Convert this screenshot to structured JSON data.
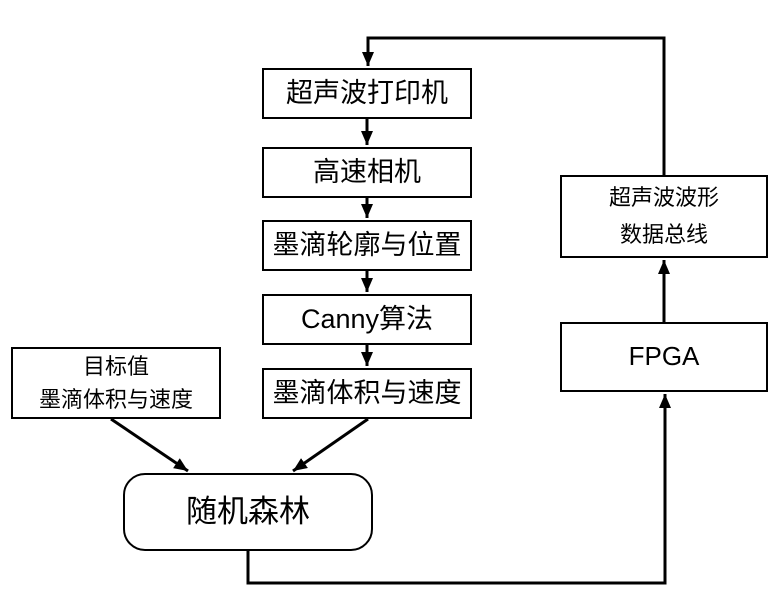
{
  "diagram": {
    "title": "ultrasonic-inkjet-feedback-flowchart",
    "colors": {
      "background": "#ffffff",
      "stroke": "#000000",
      "text": "#000000"
    },
    "nodes": [
      {
        "id": "ultrasonic-printer",
        "shape": "rect",
        "lines": [
          "超声波打印机"
        ]
      },
      {
        "id": "high-speed-camera",
        "shape": "rect",
        "lines": [
          "高速相机"
        ]
      },
      {
        "id": "droplet-contour-position",
        "shape": "rect",
        "lines": [
          "墨滴轮廓与位置"
        ]
      },
      {
        "id": "canny-algorithm",
        "shape": "rect",
        "lines": [
          "Canny算法"
        ]
      },
      {
        "id": "droplet-volume-velocity",
        "shape": "rect",
        "lines": [
          "墨滴体积与速度"
        ]
      },
      {
        "id": "target-value",
        "shape": "rect",
        "lines": [
          "目标值",
          "墨滴体积与速度"
        ]
      },
      {
        "id": "random-forest",
        "shape": "rounded-rect",
        "lines": [
          "随机森林"
        ]
      },
      {
        "id": "ultrasonic-waveform-bus",
        "shape": "rect",
        "lines": [
          "超声波波形",
          "数据总线"
        ]
      },
      {
        "id": "fpga",
        "shape": "rect",
        "lines": [
          "FPGA"
        ]
      }
    ],
    "edges": [
      {
        "from": "ultrasonic-printer",
        "to": "high-speed-camera"
      },
      {
        "from": "high-speed-camera",
        "to": "droplet-contour-position"
      },
      {
        "from": "droplet-contour-position",
        "to": "canny-algorithm"
      },
      {
        "from": "canny-algorithm",
        "to": "droplet-volume-velocity"
      },
      {
        "from": "droplet-volume-velocity",
        "to": "random-forest"
      },
      {
        "from": "target-value",
        "to": "random-forest"
      },
      {
        "from": "random-forest",
        "to": "fpga"
      },
      {
        "from": "fpga",
        "to": "ultrasonic-waveform-bus"
      },
      {
        "from": "ultrasonic-waveform-bus",
        "to": "ultrasonic-printer"
      }
    ]
  }
}
